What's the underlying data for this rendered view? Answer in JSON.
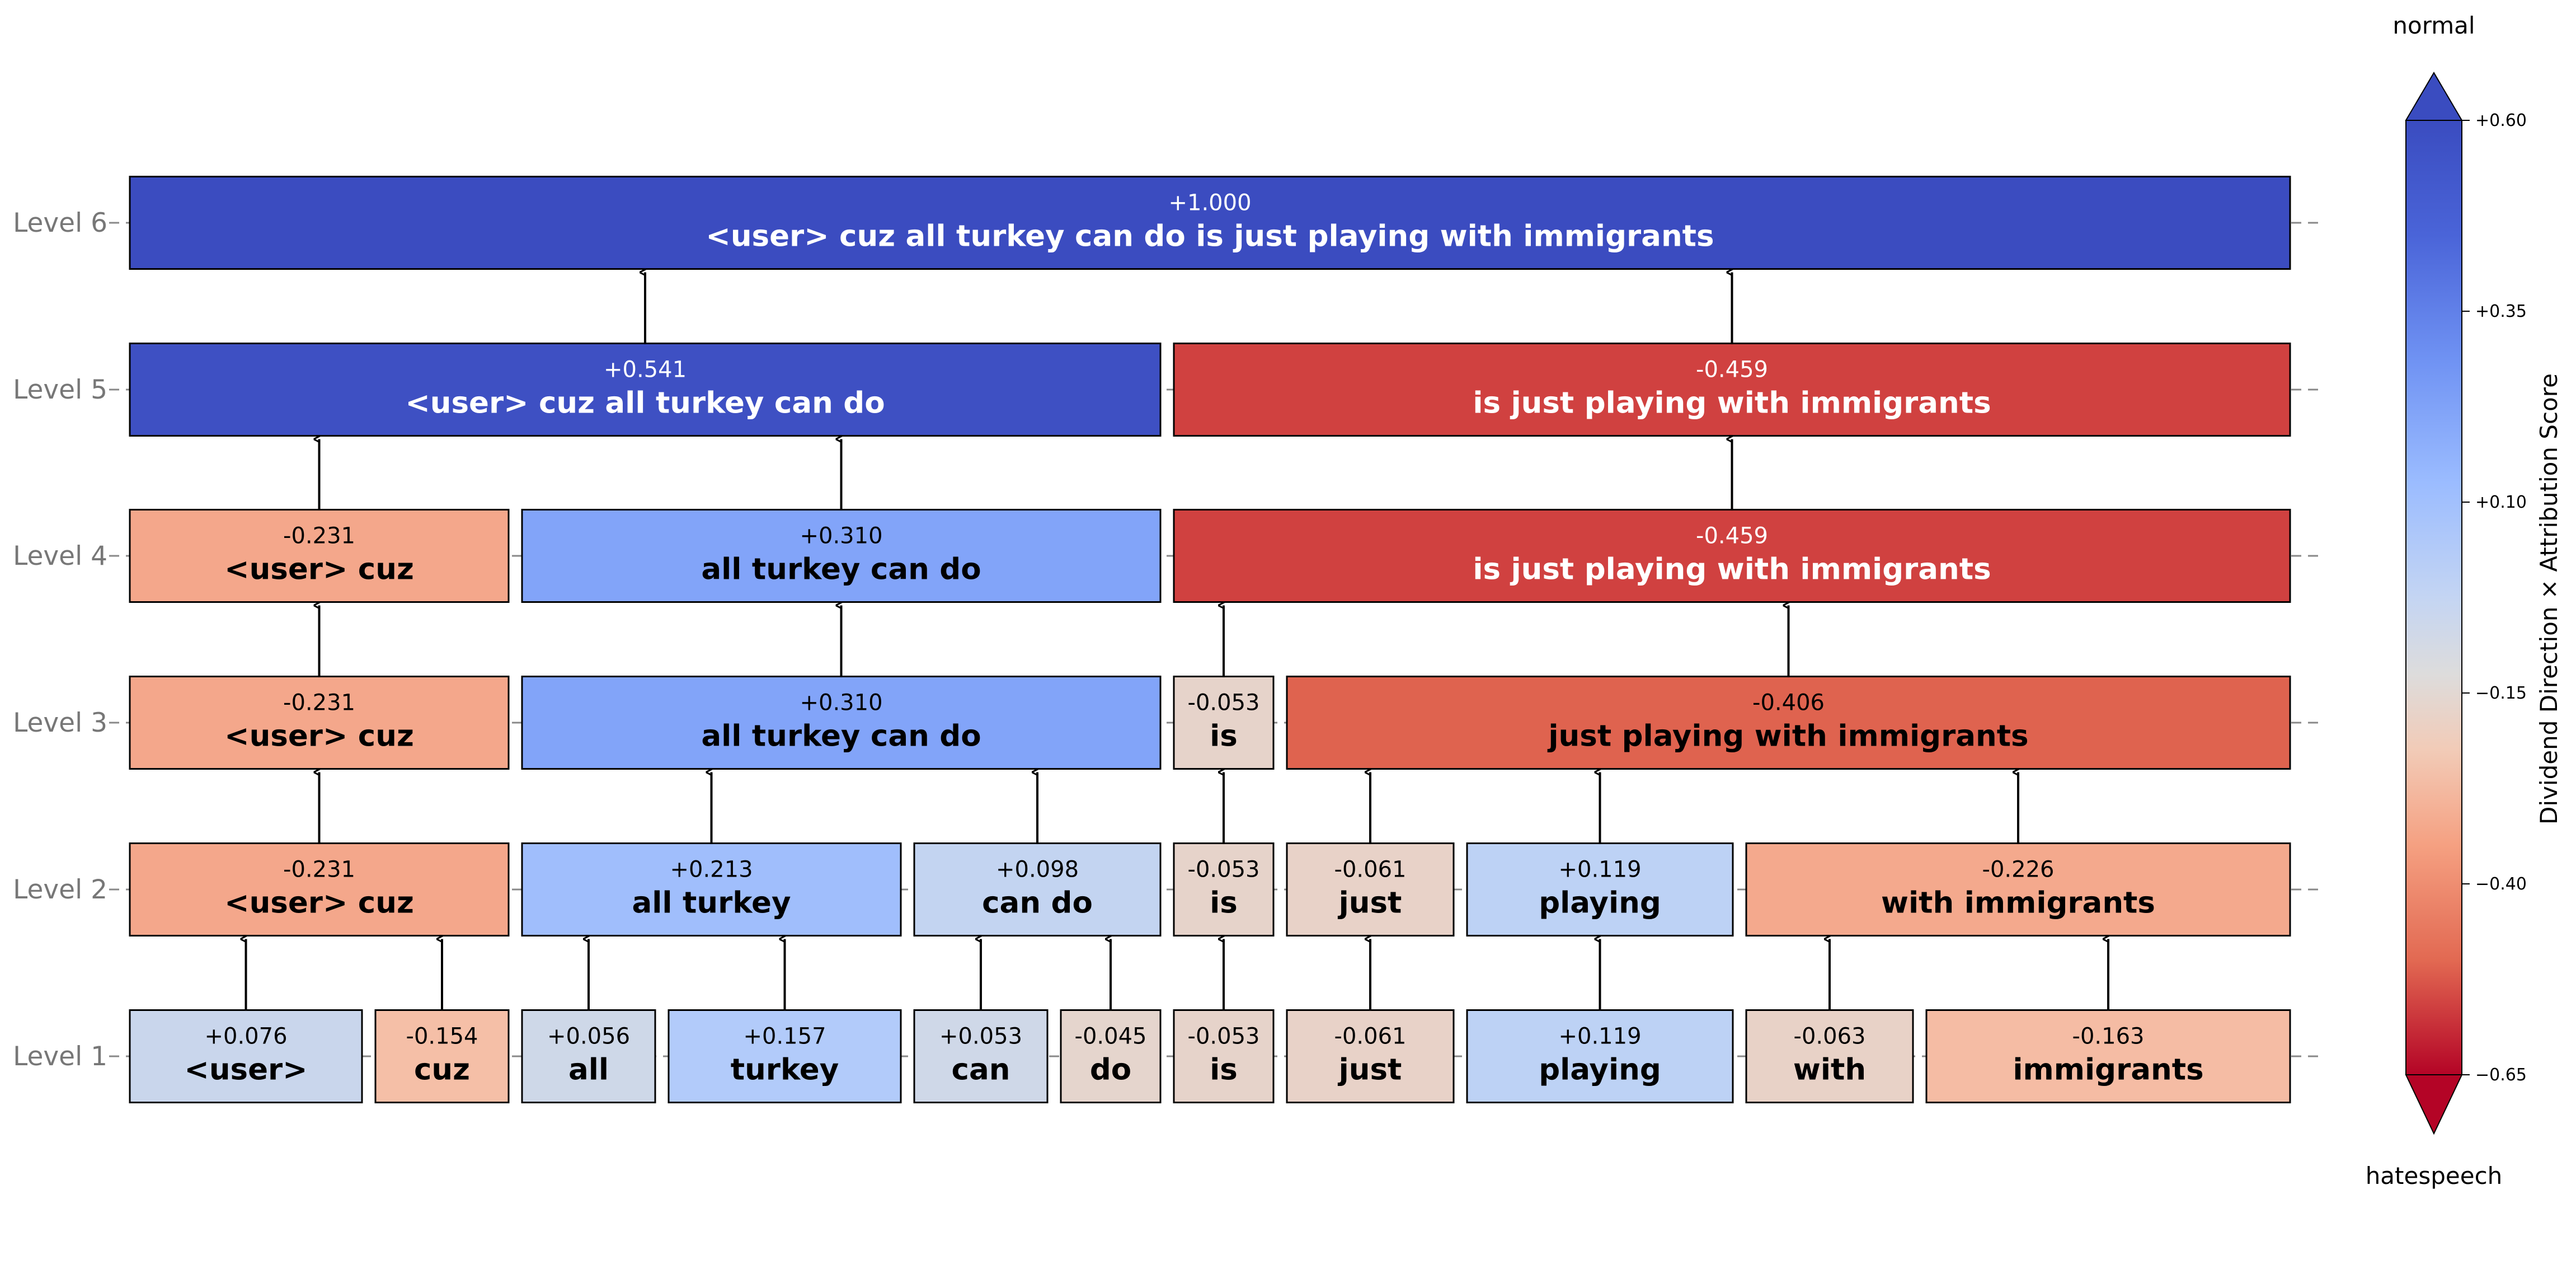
{
  "diagram": {
    "levels": [
      {
        "label": "Level 1",
        "nodes": [
          {
            "score": "+0.076",
            "text": "<user>",
            "value": 0.076
          },
          {
            "score": "-0.154",
            "text": "cuz",
            "value": -0.154
          },
          {
            "score": "+0.056",
            "text": "all",
            "value": 0.056
          },
          {
            "score": "+0.157",
            "text": "turkey",
            "value": 0.157
          },
          {
            "score": "+0.053",
            "text": "can",
            "value": 0.053
          },
          {
            "score": "-0.045",
            "text": "do",
            "value": -0.045
          },
          {
            "score": "-0.053",
            "text": "is",
            "value": -0.053
          },
          {
            "score": "-0.061",
            "text": "just",
            "value": -0.061
          },
          {
            "score": "+0.119",
            "text": "playing",
            "value": 0.119
          },
          {
            "score": "-0.063",
            "text": "with",
            "value": -0.063
          },
          {
            "score": "-0.163",
            "text": "immigrants",
            "value": -0.163
          }
        ]
      },
      {
        "label": "Level 2",
        "nodes": [
          {
            "score": "-0.231",
            "text": "<user> cuz",
            "value": -0.231
          },
          {
            "score": "+0.213",
            "text": "all turkey",
            "value": 0.213
          },
          {
            "score": "+0.098",
            "text": "can do",
            "value": 0.098
          },
          {
            "score": "-0.053",
            "text": "is",
            "value": -0.053
          },
          {
            "score": "-0.061",
            "text": "just",
            "value": -0.061
          },
          {
            "score": "+0.119",
            "text": "playing",
            "value": 0.119
          },
          {
            "score": "-0.226",
            "text": "with immigrants",
            "value": -0.226
          }
        ]
      },
      {
        "label": "Level 3",
        "nodes": [
          {
            "score": "-0.231",
            "text": "<user> cuz",
            "value": -0.231
          },
          {
            "score": "+0.310",
            "text": "all turkey can do",
            "value": 0.31
          },
          {
            "score": "-0.053",
            "text": "is",
            "value": -0.053
          },
          {
            "score": "-0.406",
            "text": "just playing with immigrants",
            "value": -0.406
          }
        ]
      },
      {
        "label": "Level 4",
        "nodes": [
          {
            "score": "-0.231",
            "text": "<user> cuz",
            "value": -0.231
          },
          {
            "score": "+0.310",
            "text": "all turkey can do",
            "value": 0.31
          },
          {
            "score": "-0.459",
            "text": "is just playing with immigrants",
            "value": -0.459
          }
        ]
      },
      {
        "label": "Level 5",
        "nodes": [
          {
            "score": "+0.541",
            "text": "<user> cuz all turkey can do",
            "value": 0.541
          },
          {
            "score": "-0.459",
            "text": "is just playing with immigrants",
            "value": -0.459
          }
        ]
      },
      {
        "label": "Level 6",
        "nodes": [
          {
            "score": "+1.000",
            "text": "<user> cuz all turkey can do is just playing with immigrants",
            "value": 1.0
          }
        ]
      }
    ]
  },
  "colorbar": {
    "title": "Dividend Direction × Attribution Score",
    "top_label": "normal",
    "bottom_label": "hatespeech",
    "ticks": [
      "+0.60",
      "+0.35",
      "+0.10",
      "−0.15",
      "−0.40",
      "−0.65"
    ],
    "tick_values": [
      0.6,
      0.35,
      0.1,
      -0.15,
      -0.4,
      -0.65
    ],
    "range": [
      -0.65,
      0.6
    ]
  }
}
